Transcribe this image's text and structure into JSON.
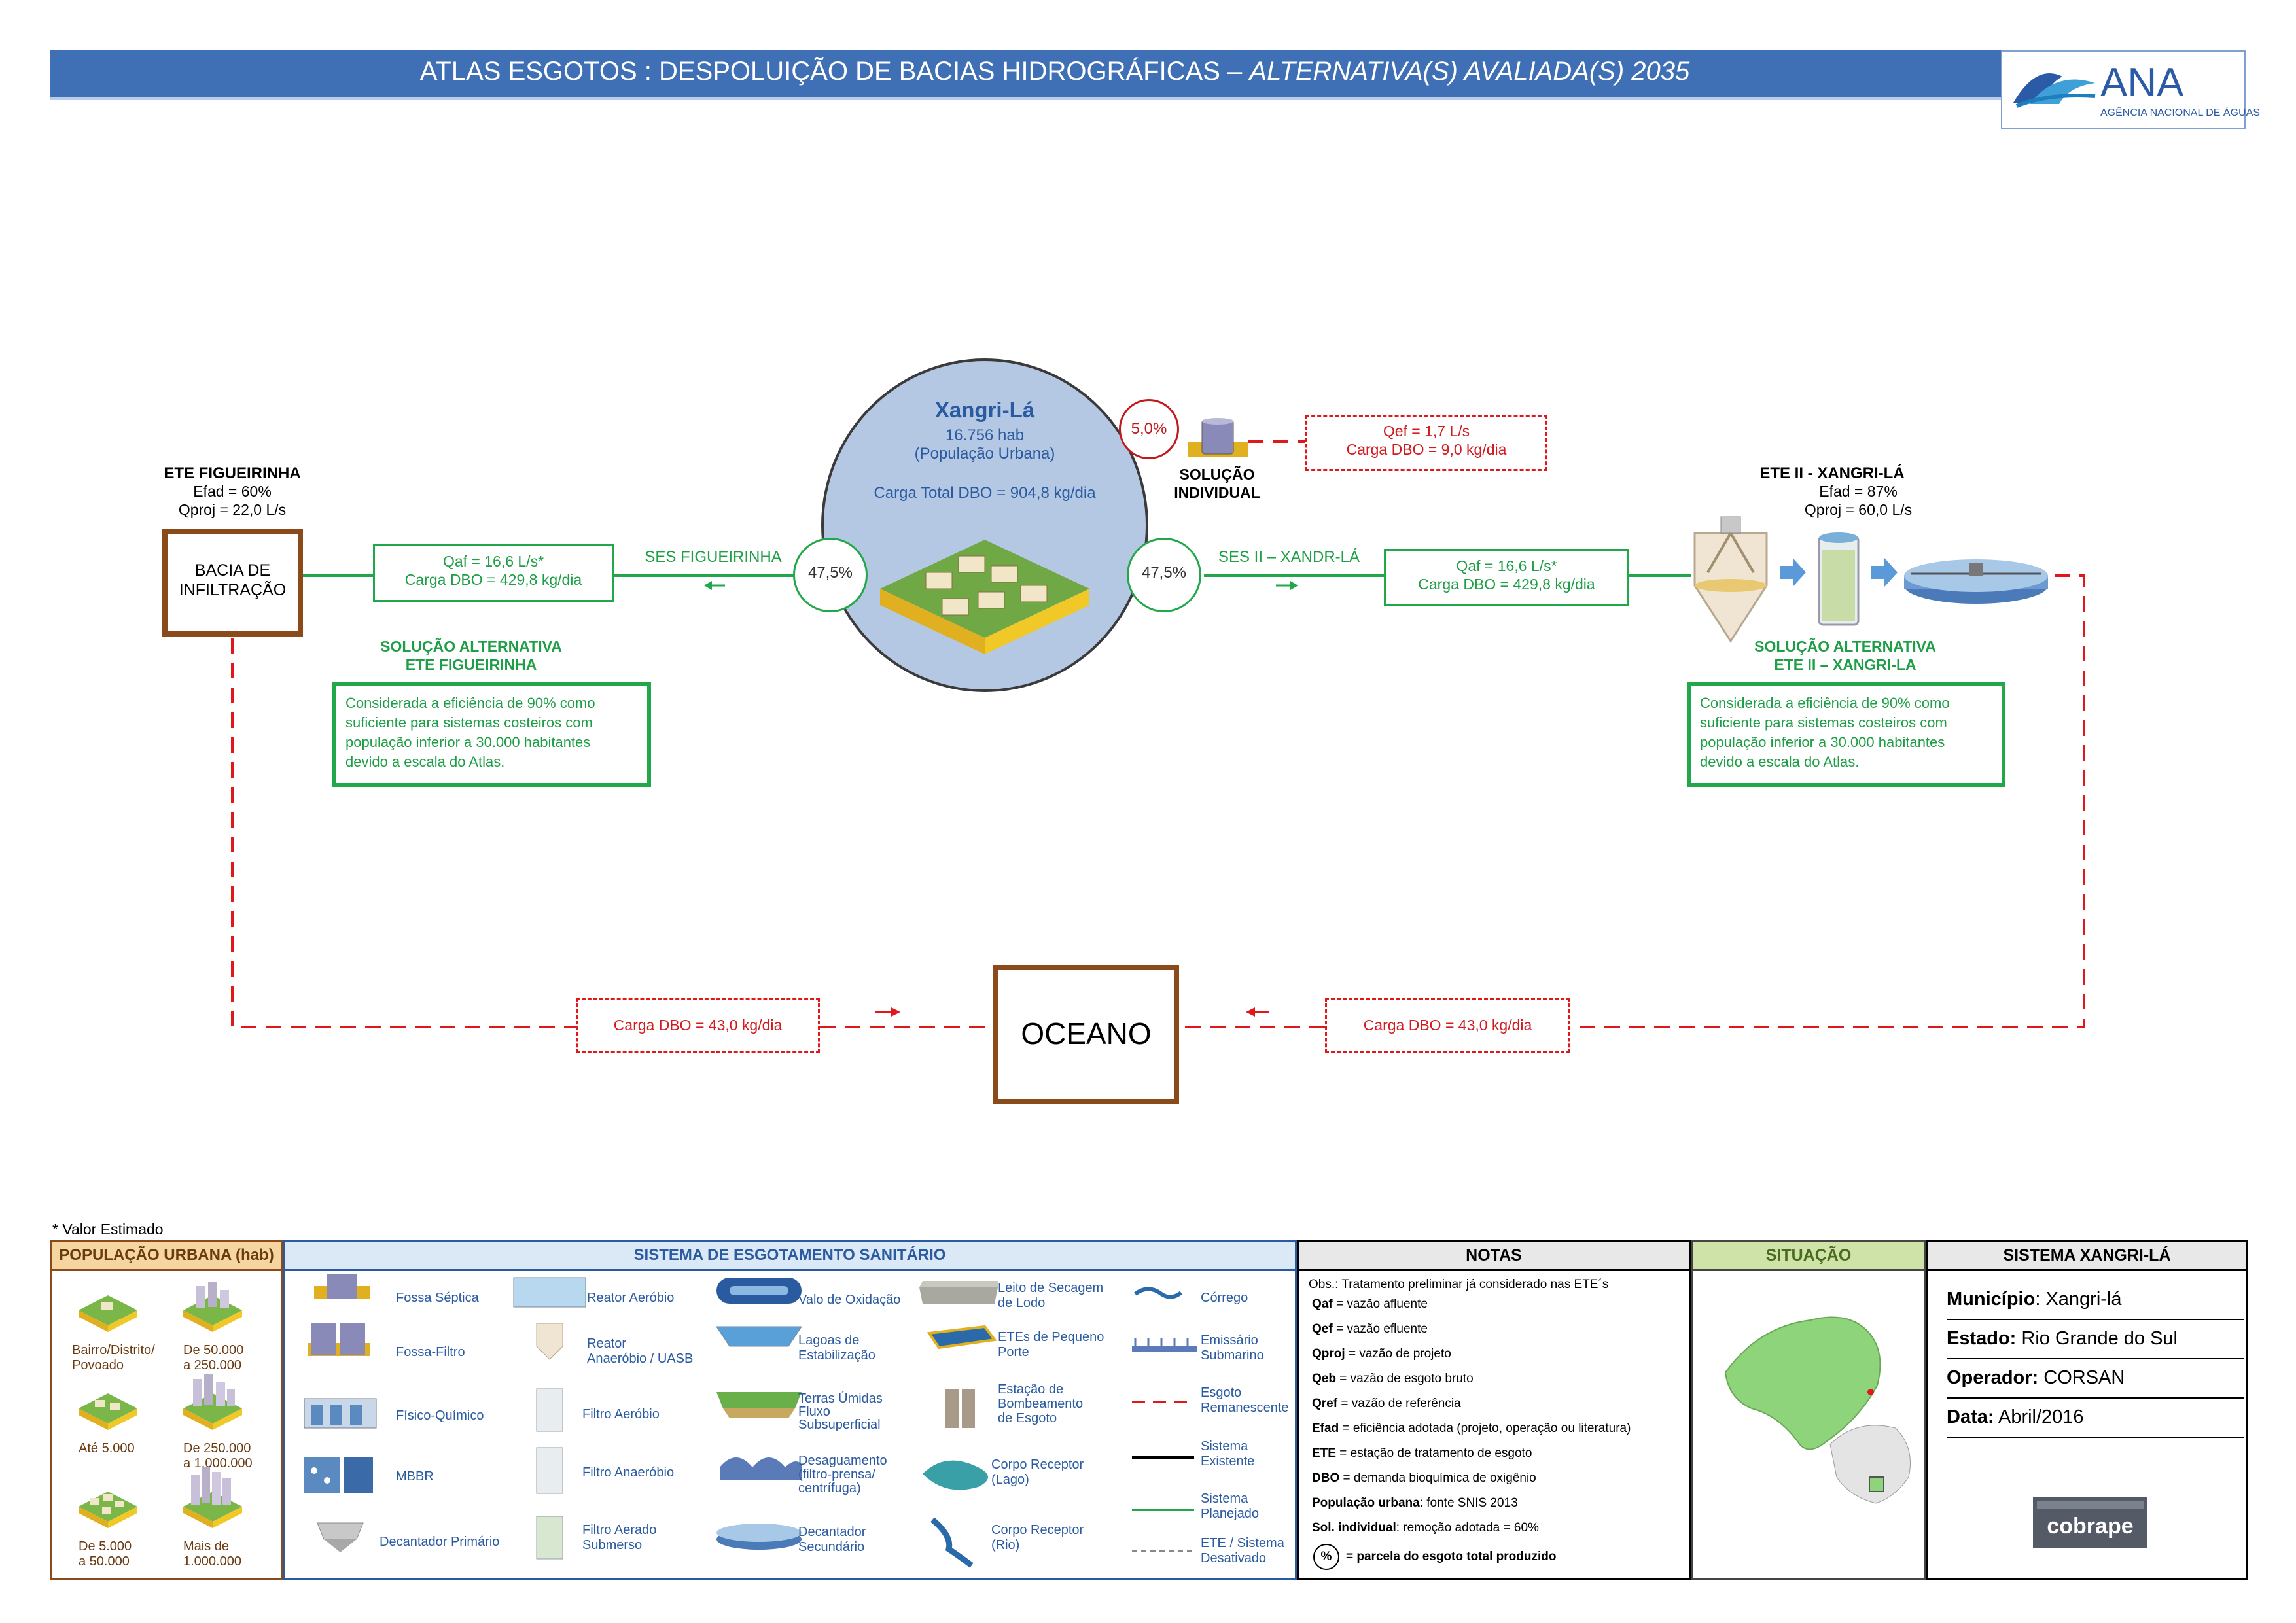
{
  "header": {
    "title_main": "ATLAS ESGOTOS : DESPOLUIÇÃO DE BACIAS HIDROGRÁFICAS – ",
    "title_italic": "ALTERNATIVA(S) AVALIADA(S) 2035",
    "logo_text": "ANA",
    "logo_subtitle": "AGÊNCIA NACIONAL DE ÁGUAS"
  },
  "city": {
    "name": "Xangri-Lá",
    "population": "16.756 hab",
    "population_label": "(População Urbana)",
    "load": "Carga Total DBO = 904,8 kg/dia"
  },
  "individual": {
    "percent": "5,0%",
    "label_1": "SOLUÇÃO",
    "label_2": "INDIVIDUAL",
    "qef": "Qef = 1,7 L/s",
    "dbo": "Carga DBO =  9,0 kg/dia"
  },
  "left_branch": {
    "percent": "47,5%",
    "ses_label": "SES FIGUEIRINHA",
    "qaf": "Qaf = 16,6 L/s*",
    "dbo": "Carga DBO = 429,8 kg/dia",
    "ete_title": "ETE FIGUEIRINHA",
    "ete_efad": "Efad = 60%",
    "ete_qproj": "Qproj = 22,0 L/s",
    "box_line_1": "BACIA DE",
    "box_line_2": "INFILTRAÇÃO",
    "alt_title_1": "SOLUÇÃO ALTERNATIVA",
    "alt_title_2": "ETE FIGUEIRINHA",
    "alt_text_1": "Considerada a eficiência de 90% como",
    "alt_text_2": "suficiente para sistemas costeiros com",
    "alt_text_3": "população inferior a 30.000 habitantes",
    "alt_text_4": "devido a escala do Atlas.",
    "outflow_dbo": "Carga DBO = 43,0 kg/dia"
  },
  "right_branch": {
    "percent": "47,5%",
    "ses_label": "SES II – XANDR-LÁ",
    "qaf": "Qaf = 16,6 L/s*",
    "dbo": "Carga DBO = 429,8 kg/dia",
    "ete_title": "ETE II - XANGRI-LÁ",
    "ete_efad": "Efad = 87%",
    "ete_qproj": "Qproj = 60,0 L/s",
    "alt_title_1": "SOLUÇÃO ALTERNATIVA",
    "alt_title_2": "ETE II – XANGRI-LA",
    "alt_text_1": "Considerada a eficiência de 90% como",
    "alt_text_2": "suficiente para sistemas costeiros com",
    "alt_text_3": "população inferior a 30.000 habitantes",
    "alt_text_4": "devido a escala do Atlas.",
    "outflow_dbo": "Carga DBO = 43,0 kg/dia"
  },
  "ocean": "OCEANO",
  "footnote": "* Valor Estimado",
  "population_legend": {
    "title": "POPULAÇÃO URBANA (hab)",
    "items": [
      "Bairro/Distrito/\nPovoado",
      "De 50.000\na 250.000",
      "Até 5.000",
      "De 250.000\na 1.000.000",
      "De 5.000\na 50.000",
      "Mais de\n1.000.000"
    ]
  },
  "system_legend": {
    "title": "SISTEMA DE ESGOTAMENTO SANITÁRIO",
    "col1": [
      "Fossa Séptica",
      "Fossa-Filtro",
      "Físico-Químico",
      "MBBR",
      "Decantador Primário"
    ],
    "col2": [
      "Reator Aeróbio",
      "Reator\nAnaeróbio / UASB",
      "Filtro Aeróbio",
      "Filtro Anaeróbio",
      "Filtro Aerado\nSubmerso"
    ],
    "col3": [
      "Valo de Oxidação",
      "Lagoas de\nEstabilização",
      "Terras Úmidas\nFluxo\nSubsuperficial",
      "Desaguamento\n(filtro-prensa/\ncentrífuga)",
      "Decantador\nSecundário"
    ],
    "col4": [
      "Leito de Secagem\nde Lodo",
      "ETEs de Pequeno\nPorte",
      "Estação de\nBombeamento\nde Esgoto",
      "Corpo Receptor\n(Lago)",
      "Corpo Receptor\n(Rio)"
    ],
    "col5": [
      "Córrego",
      "Emissário\nSubmarino",
      "Esgoto\nRemanescente",
      "Sistema\nExistente",
      "Sistema\nPlanejado",
      "ETE / Sistema\nDesativado"
    ]
  },
  "notes": {
    "title": "NOTAS",
    "obs": "Obs.: Tratamento preliminar já considerado nas ETE´s",
    "items": [
      {
        "term": "Qaf",
        "def": " = vazão afluente"
      },
      {
        "term": "Qef",
        "def": " = vazão efluente"
      },
      {
        "term": "Qproj",
        "def": " = vazão de projeto"
      },
      {
        "term": "Qeb",
        "def": " = vazão de esgoto bruto"
      },
      {
        "term": "Qref",
        "def": " = vazão de referência"
      },
      {
        "term": "Efad",
        "def": " = eficiência adotada (projeto, operação ou literatura)"
      },
      {
        "term": "ETE",
        "def": " = estação de tratamento de esgoto"
      },
      {
        "term": "DBO",
        "def": " = demanda bioquímica de oxigênio"
      },
      {
        "term": "População urbana",
        "def": ": fonte SNIS 2013"
      },
      {
        "term": "Sol. individual",
        "def": ": remoção adotada = 60%"
      }
    ],
    "percent_symbol": "%",
    "percent_note": "= parcela do esgoto total produzido"
  },
  "situacao": {
    "title": "SITUAÇÃO"
  },
  "system_info": {
    "title": "SISTEMA XANGRI-LÁ",
    "municipio_label": "Município",
    "municipio": ": Xangri-lá",
    "estado_label": "Estado:",
    "estado": " Rio Grande do Sul",
    "operador_label": "Operador:",
    "operador": " CORSAN",
    "data_label": "Data:",
    "data": " Abril/2016",
    "company_logo": "cobrape"
  },
  "colors": {
    "header_blue": "#3f6fb4",
    "planned_green": "#22a84a",
    "remaining_red": "#e0181c",
    "box_brown": "#8a4a1a",
    "city_circle": "#b4c8e4"
  }
}
